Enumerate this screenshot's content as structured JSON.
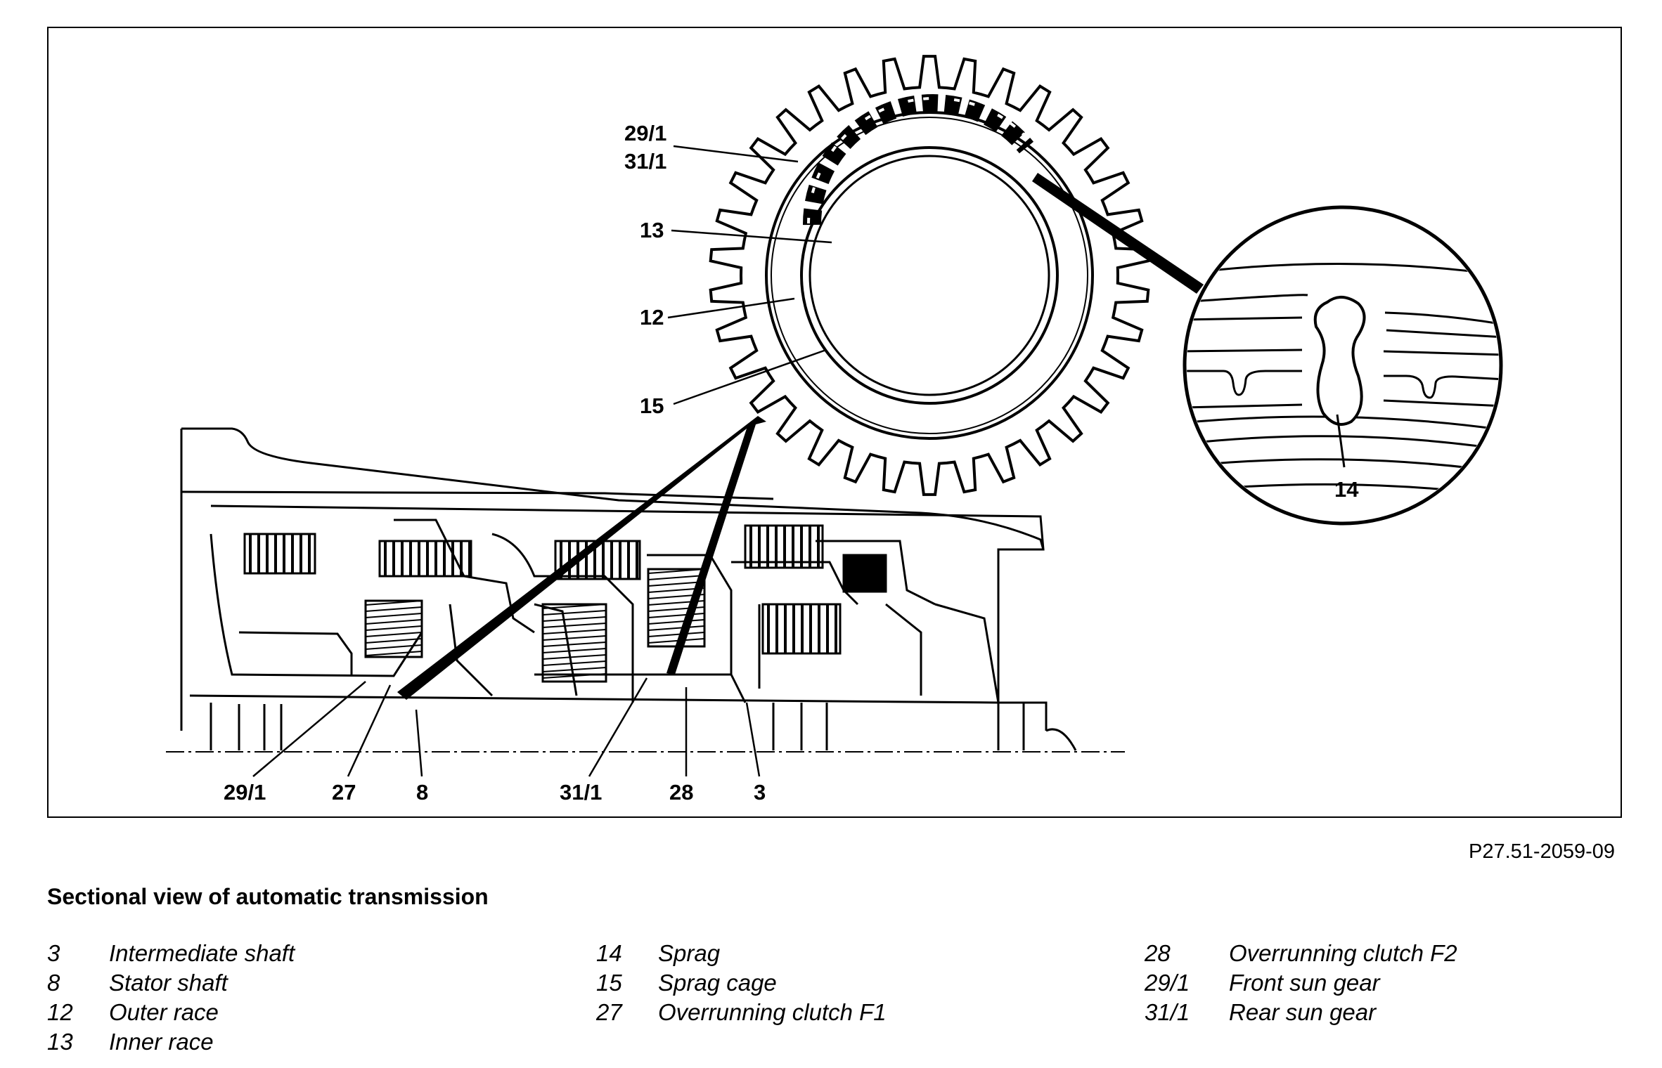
{
  "diagram": {
    "callouts": {
      "c29_1_top": "29/1",
      "c31_1_top": "31/1",
      "c13": "13",
      "c12": "12",
      "c15": "15",
      "c14": "14",
      "c29_1_bottom": "29/1",
      "c27": "27",
      "c8": "8",
      "c31_1_bottom": "31/1",
      "c28": "28",
      "c3": "3"
    }
  },
  "figure_id": "P27.51-2059-09",
  "caption": "Sectional view of automatic transmission",
  "legend": {
    "col1": [
      {
        "num": "3",
        "desc": "Intermediate shaft"
      },
      {
        "num": "8",
        "desc": "Stator shaft"
      },
      {
        "num": "12",
        "desc": "Outer race"
      },
      {
        "num": "13",
        "desc": "Inner race"
      }
    ],
    "col2": [
      {
        "num": "14",
        "desc": "Sprag"
      },
      {
        "num": "15",
        "desc": "Sprag cage"
      },
      {
        "num": "27",
        "desc": "Overrunning clutch F1"
      }
    ],
    "col3": [
      {
        "num": "28",
        "desc": "Overrunning clutch F2"
      },
      {
        "num": "29/1",
        "desc": "Front sun gear"
      },
      {
        "num": "31/1",
        "desc": "Rear sun gear"
      }
    ]
  }
}
